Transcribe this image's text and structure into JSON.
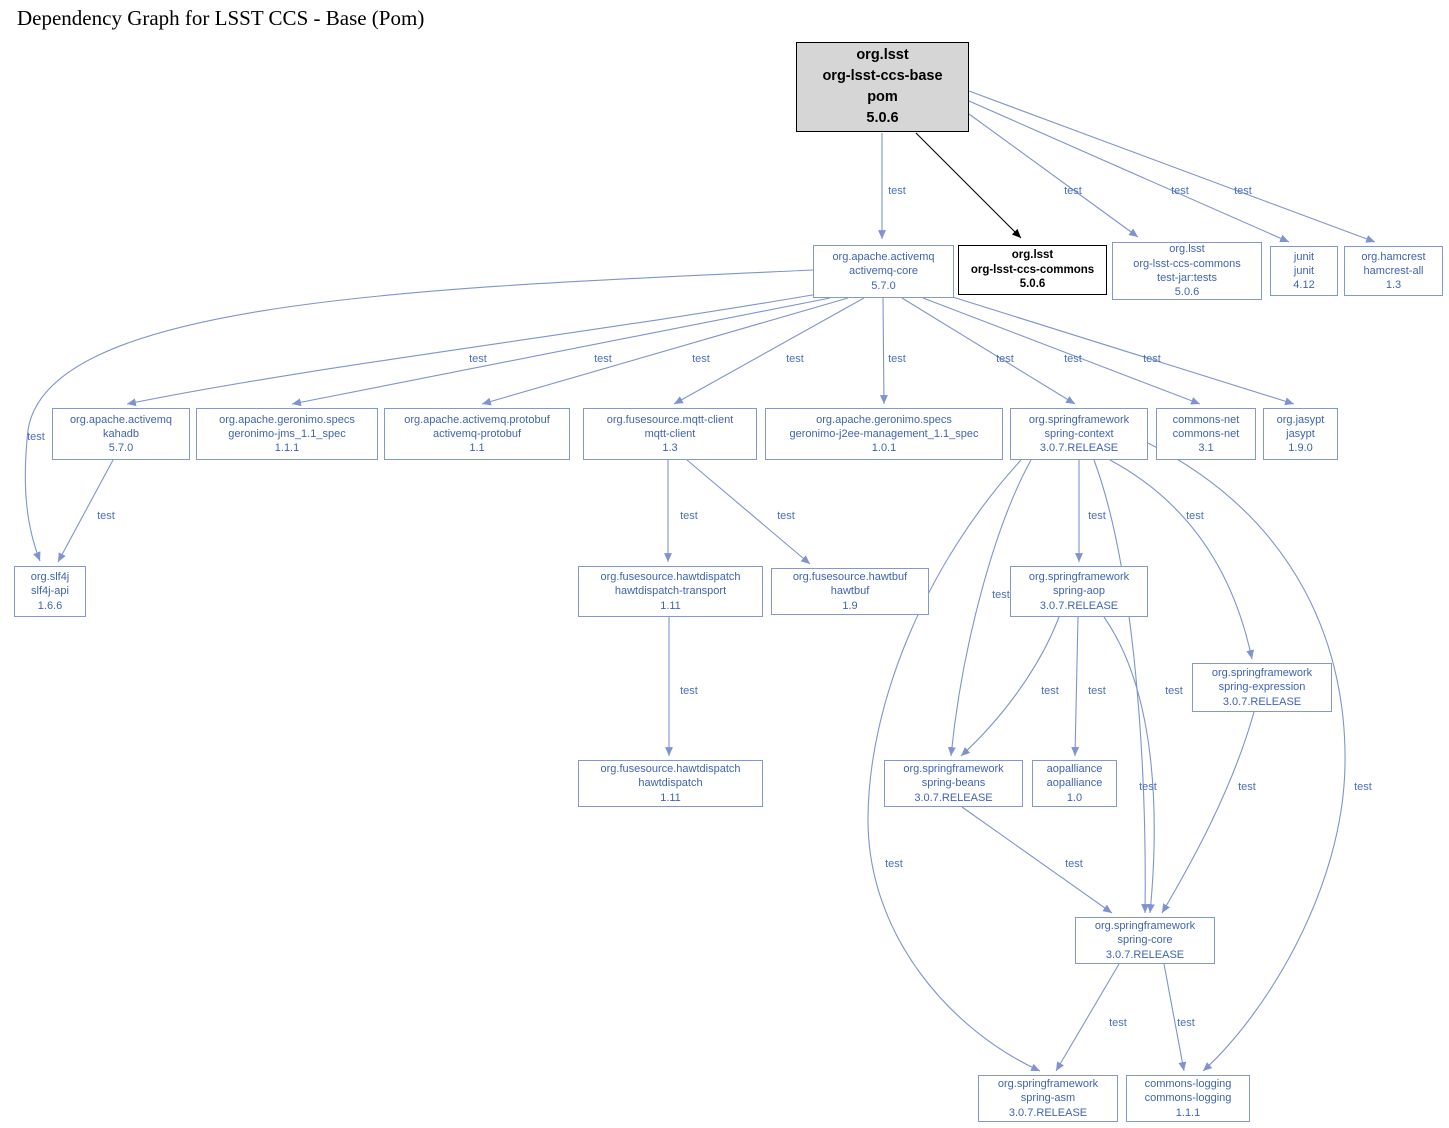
{
  "title": "Dependency Graph for LSST CCS - Base (Pom)",
  "colors": {
    "edge_blue": "#7e94cf",
    "node_border_blue": "#8398cf",
    "node_text_blue": "#3f64ae",
    "label_blue": "#4a6fb8",
    "root_fill": "#d6d6d6",
    "black": "#000000"
  },
  "nodes": {
    "root": {
      "lines": [
        "org.lsst",
        "org-lsst-ccs-base",
        "pom",
        "5.0.6"
      ]
    },
    "activemq_core": {
      "lines": [
        "org.apache.activemq",
        "activemq-core",
        "5.7.0"
      ]
    },
    "ccs_commons": {
      "lines": [
        "org.lsst",
        "org-lsst-ccs-commons",
        "5.0.6"
      ]
    },
    "ccs_commons_tests": {
      "lines": [
        "org.lsst",
        "org-lsst-ccs-commons",
        "test-jar:tests",
        "5.0.6"
      ]
    },
    "junit": {
      "lines": [
        "junit",
        "junit",
        "4.12"
      ]
    },
    "hamcrest": {
      "lines": [
        "org.hamcrest",
        "hamcrest-all",
        "1.3"
      ]
    },
    "kahadb": {
      "lines": [
        "org.apache.activemq",
        "kahadb",
        "5.7.0"
      ]
    },
    "geronimo_jms": {
      "lines": [
        "org.apache.geronimo.specs",
        "geronimo-jms_1.1_spec",
        "1.1.1"
      ]
    },
    "activemq_protobuf": {
      "lines": [
        "org.apache.activemq.protobuf",
        "activemq-protobuf",
        "1.1"
      ]
    },
    "mqtt_client": {
      "lines": [
        "org.fusesource.mqtt-client",
        "mqtt-client",
        "1.3"
      ]
    },
    "geronimo_j2ee": {
      "lines": [
        "org.apache.geronimo.specs",
        "geronimo-j2ee-management_1.1_spec",
        "1.0.1"
      ]
    },
    "spring_context": {
      "lines": [
        "org.springframework",
        "spring-context",
        "3.0.7.RELEASE"
      ]
    },
    "commons_net": {
      "lines": [
        "commons-net",
        "commons-net",
        "3.1"
      ]
    },
    "jasypt": {
      "lines": [
        "org.jasypt",
        "jasypt",
        "1.9.0"
      ]
    },
    "slf4j": {
      "lines": [
        "org.slf4j",
        "slf4j-api",
        "1.6.6"
      ]
    },
    "hawtdispatch_transport": {
      "lines": [
        "org.fusesource.hawtdispatch",
        "hawtdispatch-transport",
        "1.11"
      ]
    },
    "hawtbuf": {
      "lines": [
        "org.fusesource.hawtbuf",
        "hawtbuf",
        "1.9"
      ]
    },
    "spring_aop": {
      "lines": [
        "org.springframework",
        "spring-aop",
        "3.0.7.RELEASE"
      ]
    },
    "spring_expression": {
      "lines": [
        "org.springframework",
        "spring-expression",
        "3.0.7.RELEASE"
      ]
    },
    "hawtdispatch": {
      "lines": [
        "org.fusesource.hawtdispatch",
        "hawtdispatch",
        "1.11"
      ]
    },
    "spring_beans": {
      "lines": [
        "org.springframework",
        "spring-beans",
        "3.0.7.RELEASE"
      ]
    },
    "aopalliance": {
      "lines": [
        "aopalliance",
        "aopalliance",
        "1.0"
      ]
    },
    "spring_core": {
      "lines": [
        "org.springframework",
        "spring-core",
        "3.0.7.RELEASE"
      ]
    },
    "spring_asm": {
      "lines": [
        "org.springframework",
        "spring-asm",
        "3.0.7.RELEASE"
      ]
    },
    "commons_logging": {
      "lines": [
        "commons-logging",
        "commons-logging",
        "1.1.1"
      ]
    }
  },
  "edges": [
    {
      "from": "org-lsst-ccs-base",
      "to": "activemq-core",
      "label": "test"
    },
    {
      "from": "org-lsst-ccs-base",
      "to": "org-lsst-ccs-commons",
      "label": ""
    },
    {
      "from": "org-lsst-ccs-base",
      "to": "org-lsst-ccs-commons-test-jar-tests",
      "label": "test"
    },
    {
      "from": "org-lsst-ccs-base",
      "to": "junit",
      "label": "test"
    },
    {
      "from": "org-lsst-ccs-base",
      "to": "hamcrest-all",
      "label": "test"
    },
    {
      "from": "activemq-core",
      "to": "kahadb",
      "label": "test"
    },
    {
      "from": "activemq-core",
      "to": "slf4j-api",
      "label": "test"
    },
    {
      "from": "activemq-core",
      "to": "geronimo-jms_1.1_spec",
      "label": "test"
    },
    {
      "from": "activemq-core",
      "to": "activemq-protobuf",
      "label": "test"
    },
    {
      "from": "activemq-core",
      "to": "mqtt-client",
      "label": "test"
    },
    {
      "from": "activemq-core",
      "to": "geronimo-j2ee-management_1.1_spec",
      "label": "test"
    },
    {
      "from": "activemq-core",
      "to": "spring-context",
      "label": "test"
    },
    {
      "from": "activemq-core",
      "to": "commons-net",
      "label": "test"
    },
    {
      "from": "activemq-core",
      "to": "jasypt",
      "label": "test"
    },
    {
      "from": "kahadb",
      "to": "slf4j-api",
      "label": "test"
    },
    {
      "from": "mqtt-client",
      "to": "hawtdispatch-transport",
      "label": "test"
    },
    {
      "from": "mqtt-client",
      "to": "hawtbuf",
      "label": "test"
    },
    {
      "from": "hawtdispatch-transport",
      "to": "hawtdispatch",
      "label": "test"
    },
    {
      "from": "spring-context",
      "to": "spring-aop",
      "label": "test"
    },
    {
      "from": "spring-context",
      "to": "spring-expression",
      "label": "test"
    },
    {
      "from": "spring-context",
      "to": "spring-beans",
      "label": "test"
    },
    {
      "from": "spring-context",
      "to": "spring-core",
      "label": "test"
    },
    {
      "from": "spring-context",
      "to": "spring-asm",
      "label": "test"
    },
    {
      "from": "spring-context",
      "to": "commons-logging",
      "label": "test"
    },
    {
      "from": "spring-aop",
      "to": "spring-beans",
      "label": "test"
    },
    {
      "from": "spring-aop",
      "to": "aopalliance",
      "label": "test"
    },
    {
      "from": "spring-aop",
      "to": "spring-core",
      "label": "test"
    },
    {
      "from": "spring-beans",
      "to": "spring-core",
      "label": "test"
    },
    {
      "from": "spring-expression",
      "to": "spring-core",
      "label": "test"
    },
    {
      "from": "spring-core",
      "to": "spring-asm",
      "label": "test"
    },
    {
      "from": "spring-core",
      "to": "commons-logging",
      "label": "test"
    }
  ]
}
